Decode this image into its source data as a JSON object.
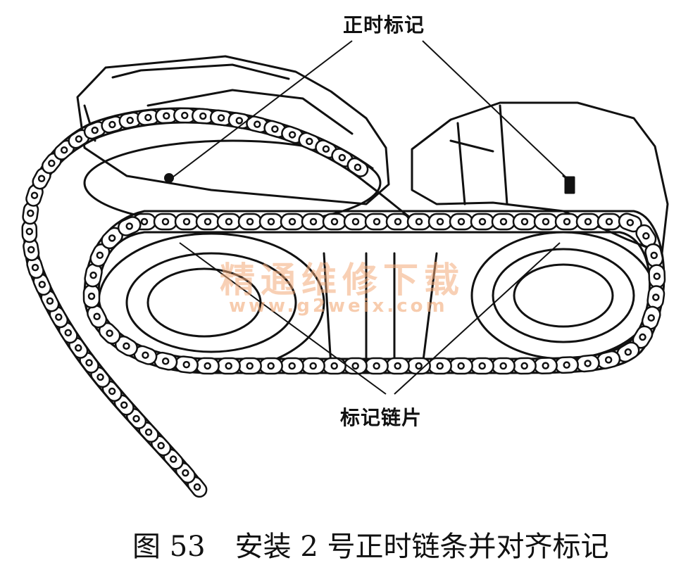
{
  "labels": {
    "timing_mark": "正时标记",
    "marked_link": "标记链片"
  },
  "caption": {
    "figure_no": "图 53",
    "text": "安装 2 号正时链条并对齐标记"
  },
  "watermark": {
    "chinese": "精通维修下载",
    "url": "www.g2weix.com"
  },
  "colors": {
    "ink": "#111111",
    "watermark": "#f2aa78"
  }
}
